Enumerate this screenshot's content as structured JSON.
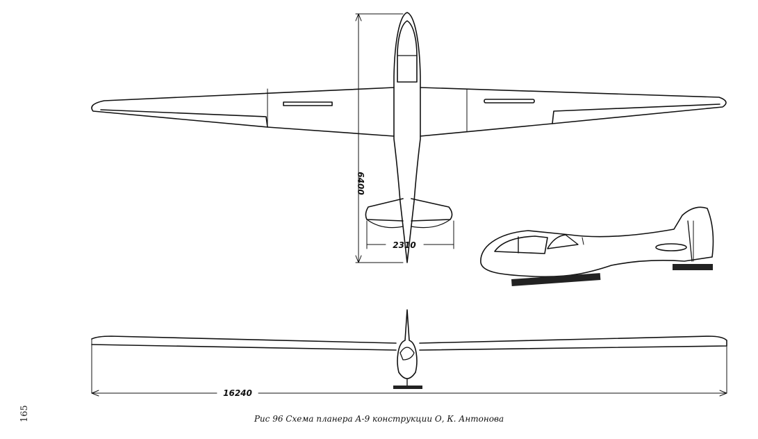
{
  "figure": {
    "caption": "Рис 96 Схема планера А-9 конструкции О, К. Антонова",
    "page_number": "165"
  },
  "dimensions": {
    "fuselage_length": "6400",
    "tail_span": "2310",
    "wing_span": "16240"
  }
}
